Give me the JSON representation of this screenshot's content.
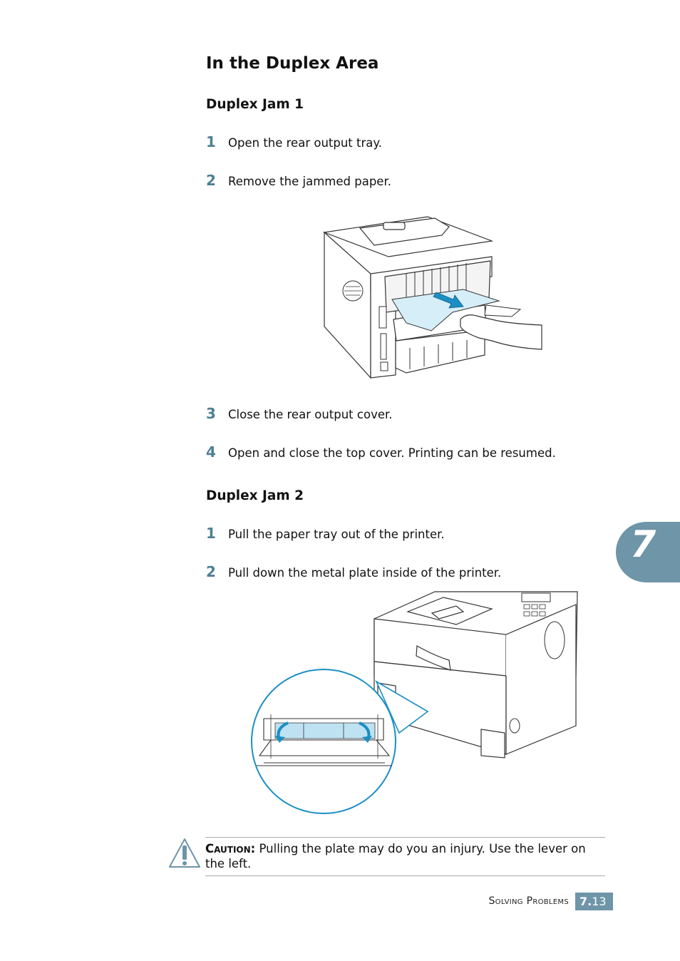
{
  "section_title": "In the Duplex Area",
  "jam1": {
    "heading": "Duplex Jam 1",
    "steps": [
      {
        "num": "1",
        "text": "Open the rear output tray."
      },
      {
        "num": "2",
        "text": "Remove the jammed paper."
      },
      {
        "num": "3",
        "text": "Close the rear output cover."
      },
      {
        "num": "4",
        "text": "Open and close the top cover. Printing can be resumed."
      }
    ]
  },
  "jam2": {
    "heading": "Duplex Jam 2",
    "steps": [
      {
        "num": "1",
        "text": "Pull the paper tray out of the printer."
      },
      {
        "num": "2",
        "text": "Pull down the metal plate inside of the printer."
      }
    ]
  },
  "caution": {
    "label": "Caution:",
    "text": " Pulling the plate may do you an injury. Use the lever on the left."
  },
  "chapter_tab": "7",
  "footer": {
    "section": "Solving Problems",
    "page_chapter": "7.",
    "page_number": "13"
  },
  "colors": {
    "accent": "#6e95a8",
    "step_number": "#4d7f96",
    "arrow_blue": "#1b8fc4"
  },
  "icons": [
    "warning-icon"
  ]
}
